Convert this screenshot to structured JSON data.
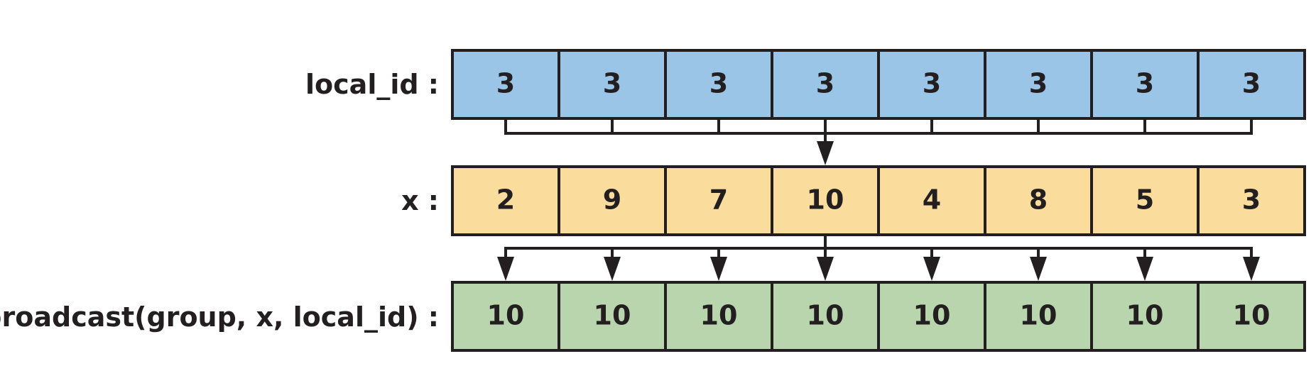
{
  "colors": {
    "local_id_fill": "#9ac5e6",
    "x_fill": "#fadc9d",
    "result_fill": "#b9d5ad",
    "stroke": "#231f20"
  },
  "rows": [
    {
      "key": "local_id",
      "label": "local_id :",
      "values": [
        "3",
        "3",
        "3",
        "3",
        "3",
        "3",
        "3",
        "3"
      ]
    },
    {
      "key": "x",
      "label": "x :",
      "values": [
        "2",
        "9",
        "7",
        "10",
        "4",
        "8",
        "5",
        "3"
      ]
    },
    {
      "key": "result",
      "label": "broadcast(group, x, local_id) :",
      "values": [
        "10",
        "10",
        "10",
        "10",
        "10",
        "10",
        "10",
        "10"
      ]
    }
  ],
  "selected_index": 3
}
